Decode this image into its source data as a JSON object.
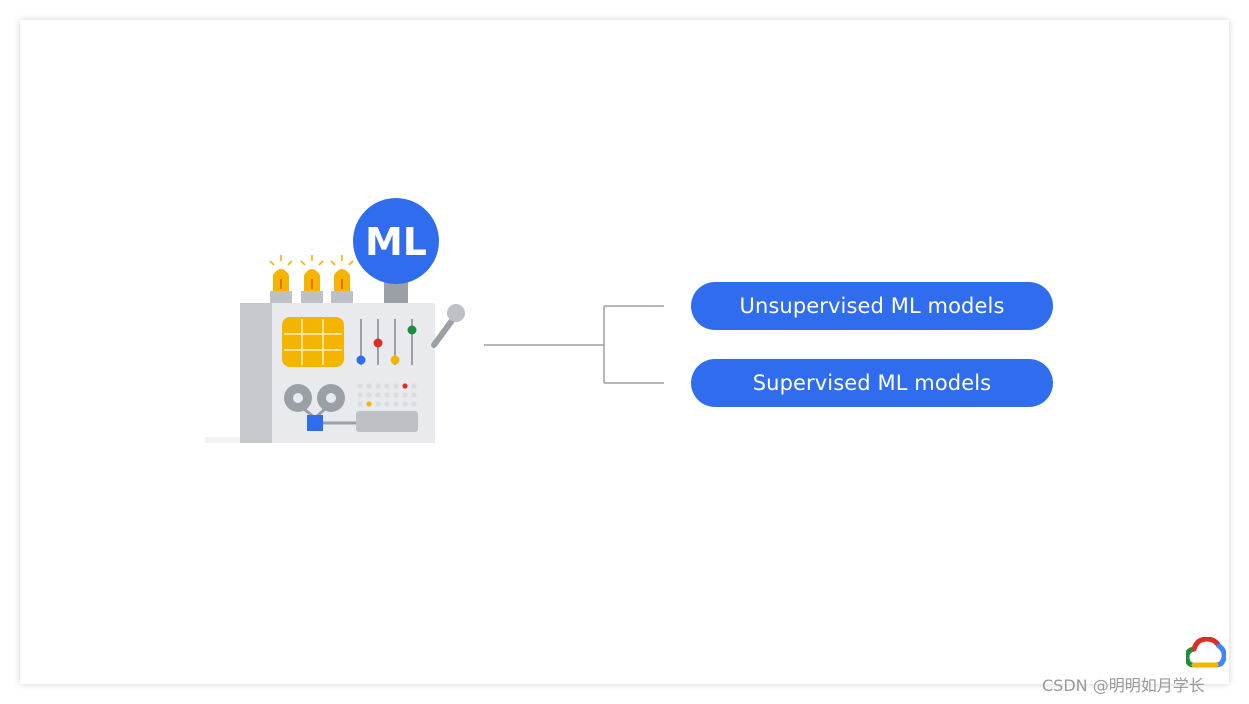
{
  "machine": {
    "badge_label": "ML"
  },
  "categories": [
    {
      "label": "Unsupervised ML models"
    },
    {
      "label": "Supervised ML models"
    }
  ],
  "watermark": {
    "text": "CSDN @明明如月学长"
  },
  "colors": {
    "accent_blue": "#2f6cee",
    "yellow": "#f5b400",
    "red": "#d93025",
    "green": "#1e8e3e",
    "machine_gray": "#e8eaed",
    "machine_dark": "#bdc1c6",
    "connector_line": "#9aa0a6"
  },
  "icons": {
    "machine": "ml-machine-illustration",
    "logo": "google-cloud-logo-icon"
  }
}
